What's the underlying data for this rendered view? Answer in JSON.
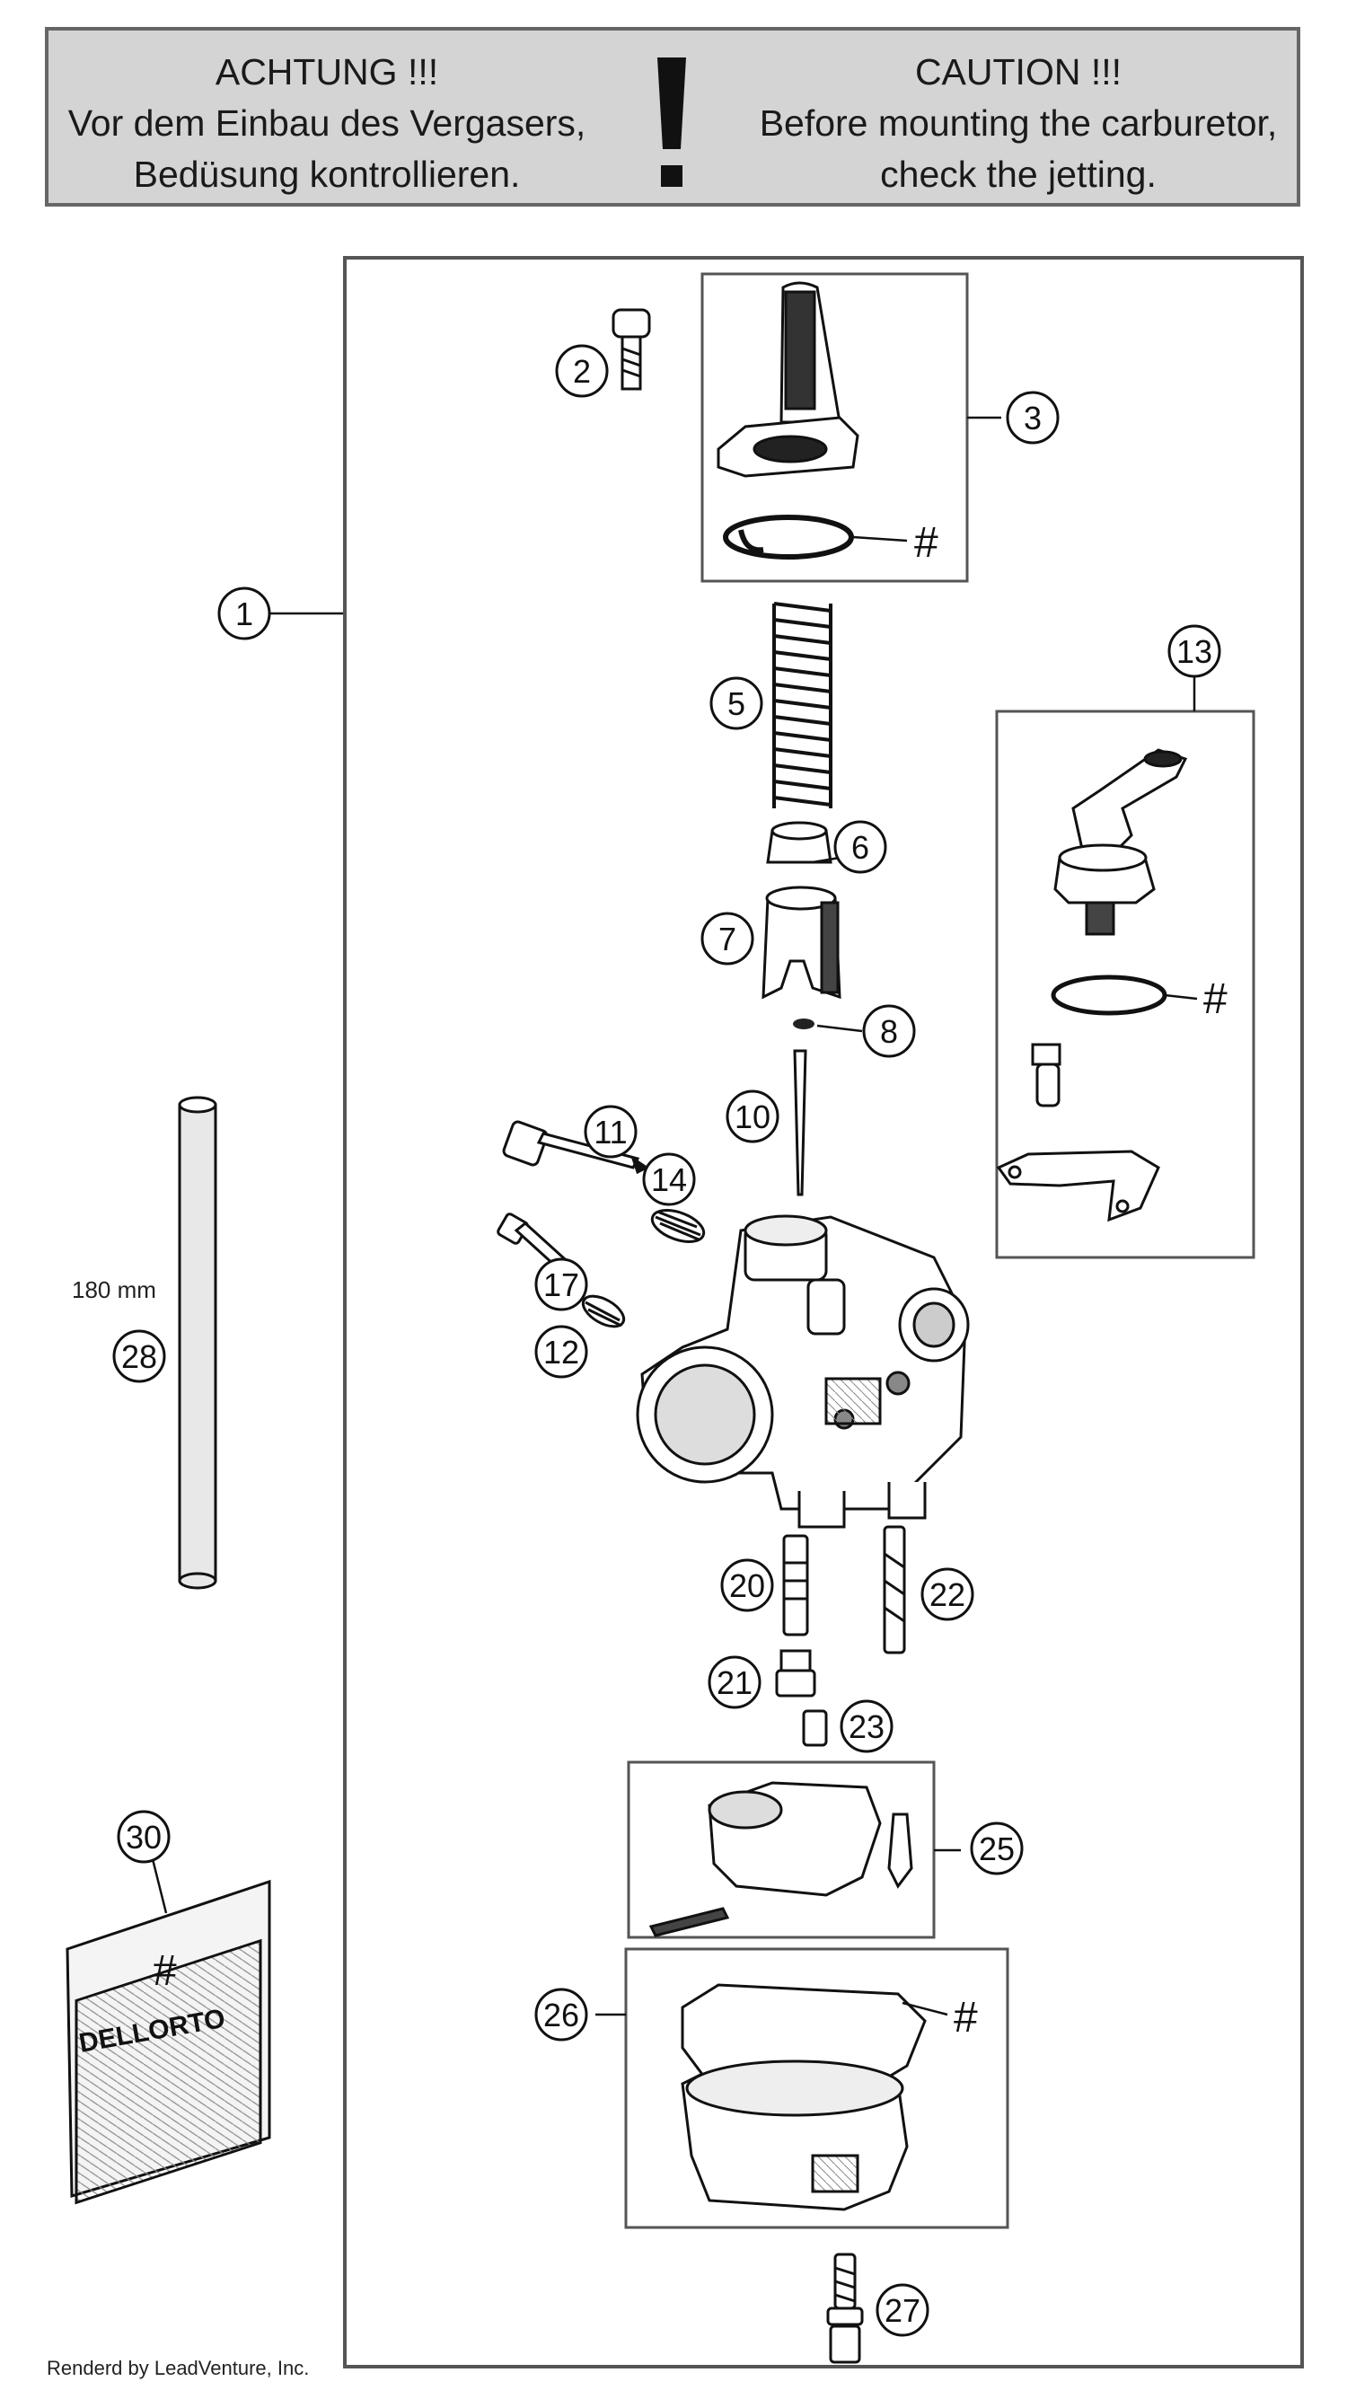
{
  "caution": {
    "de_line1": "ACHTUNG !!!",
    "de_line2": "Vor dem Einbau des Vergasers,",
    "de_line3": "Bedüsung kontrollieren.",
    "en_line1": "CAUTION !!!",
    "en_line2": "Before mounting the carburetor,",
    "en_line3": "check the jetting.",
    "icon": "exclamation-icon"
  },
  "callouts": {
    "c1": "1",
    "c2": "2",
    "c3": "3",
    "c5": "5",
    "c6": "6",
    "c7": "7",
    "c8": "8",
    "c10": "10",
    "c11": "11",
    "c12": "12",
    "c13": "13",
    "c14": "14",
    "c17": "17",
    "c20": "20",
    "c21": "21",
    "c22": "22",
    "c23": "23",
    "c25": "25",
    "c26": "26",
    "c27": "27",
    "c28": "28",
    "c30": "30"
  },
  "hash_marker": "#",
  "hose_length": "180 mm",
  "kit_bag": {
    "hash": "#",
    "brand": "DELLORTO"
  },
  "credit": "Renderd by LeadVenture, Inc."
}
